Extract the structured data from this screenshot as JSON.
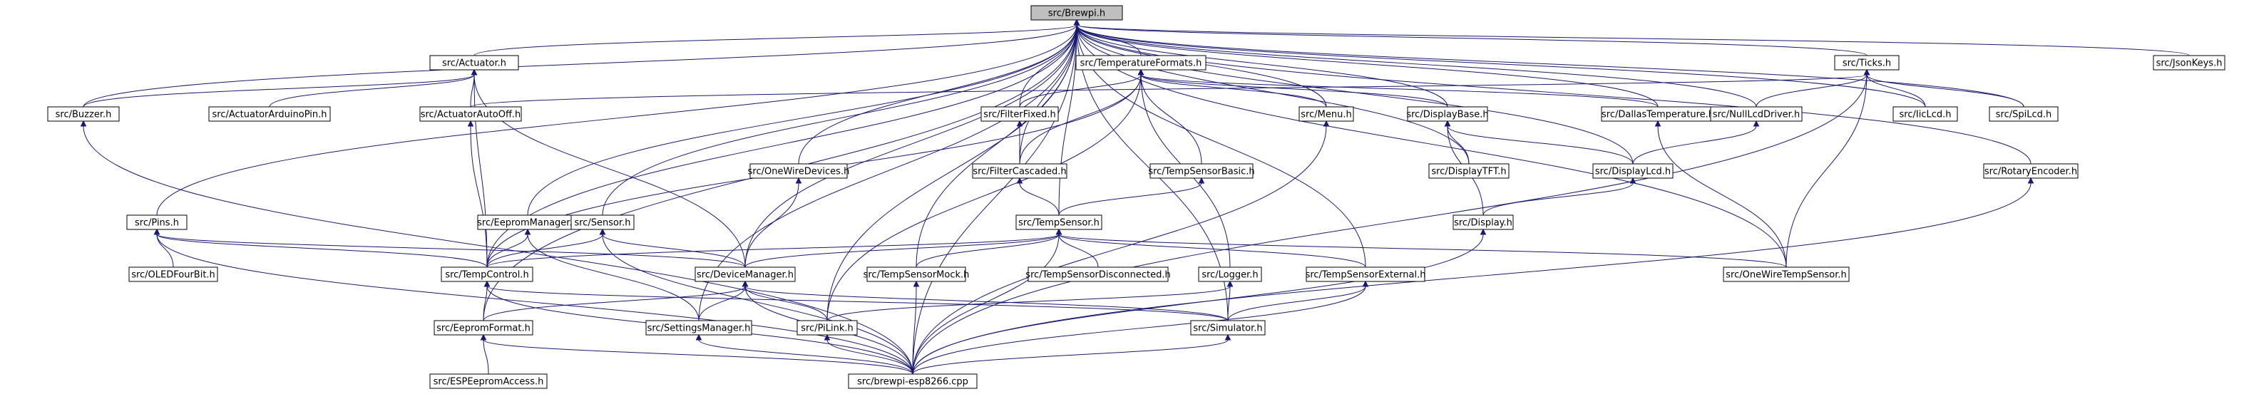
{
  "graph": {
    "nodes": [
      {
        "id": "brewpi_h",
        "label": "src/Brewpi.h",
        "root": true
      },
      {
        "id": "actuator_h",
        "label": "src/Actuator.h"
      },
      {
        "id": "tempformats_h",
        "label": "src/TemperatureFormats.h"
      },
      {
        "id": "ticks_h",
        "label": "src/Ticks.h"
      },
      {
        "id": "jsonkeys_h",
        "label": "src/JsonKeys.h"
      },
      {
        "id": "buzzer_h",
        "label": "src/Buzzer.h"
      },
      {
        "id": "actpin_h",
        "label": "src/ActuatorArduinoPin.h"
      },
      {
        "id": "actauto_h",
        "label": "src/ActuatorAutoOff.h"
      },
      {
        "id": "filterfixed_h",
        "label": "src/FilterFixed.h"
      },
      {
        "id": "menu_h",
        "label": "src/Menu.h"
      },
      {
        "id": "displaybase_h",
        "label": "src/DisplayBase.h"
      },
      {
        "id": "dallas_h",
        "label": "src/DallasTemperature.h"
      },
      {
        "id": "nulllcd_h",
        "label": "src/NullLcdDriver.h"
      },
      {
        "id": "iiclcd_h",
        "label": "src/IicLcd.h"
      },
      {
        "id": "spilcd_h",
        "label": "src/SpiLcd.h"
      },
      {
        "id": "onewiredev_h",
        "label": "src/OneWireDevices.h"
      },
      {
        "id": "filtercasc_h",
        "label": "src/FilterCascaded.h"
      },
      {
        "id": "tsbasic_h",
        "label": "src/TempSensorBasic.h"
      },
      {
        "id": "displaytft_h",
        "label": "src/DisplayTFT.h"
      },
      {
        "id": "displaylcd_h",
        "label": "src/DisplayLcd.h"
      },
      {
        "id": "rotary_h",
        "label": "src/RotaryEncoder.h"
      },
      {
        "id": "pins_h",
        "label": "src/Pins.h"
      },
      {
        "id": "eeprommgr_h",
        "label": "src/EepromManager.h"
      },
      {
        "id": "sensor_h",
        "label": "src/Sensor.h"
      },
      {
        "id": "tempsensor_h",
        "label": "src/TempSensor.h"
      },
      {
        "id": "display_h",
        "label": "src/Display.h"
      },
      {
        "id": "oled_h",
        "label": "src/OLEDFourBit.h"
      },
      {
        "id": "tempcontrol_h",
        "label": "src/TempControl.h"
      },
      {
        "id": "devmgr_h",
        "label": "src/DeviceManager.h"
      },
      {
        "id": "tsmock_h",
        "label": "src/TempSensorMock.h"
      },
      {
        "id": "tsdisc_h",
        "label": "src/TempSensorDisconnected.h"
      },
      {
        "id": "logger_h",
        "label": "src/Logger.h"
      },
      {
        "id": "tsext_h",
        "label": "src/TempSensorExternal.h"
      },
      {
        "id": "onewirets_h",
        "label": "src/OneWireTempSensor.h"
      },
      {
        "id": "eepromfmt_h",
        "label": "src/EepromFormat.h"
      },
      {
        "id": "settingsmgr_h",
        "label": "src/SettingsManager.h"
      },
      {
        "id": "pilink_h",
        "label": "src/PiLink.h"
      },
      {
        "id": "simulator_h",
        "label": "src/Simulator.h"
      },
      {
        "id": "espeeprom_h",
        "label": "src/ESPEepromAccess.h"
      },
      {
        "id": "brewpi_cpp",
        "label": "src/brewpi-esp8266.cpp"
      }
    ],
    "edges": [
      [
        "actuator_h",
        "brewpi_h"
      ],
      [
        "tempformats_h",
        "brewpi_h"
      ],
      [
        "ticks_h",
        "brewpi_h"
      ],
      [
        "jsonkeys_h",
        "brewpi_h"
      ],
      [
        "buzzer_h",
        "brewpi_h"
      ],
      [
        "buzzer_h",
        "actuator_h"
      ],
      [
        "actpin_h",
        "actuator_h"
      ],
      [
        "actauto_h",
        "actuator_h"
      ],
      [
        "actauto_h",
        "ticks_h"
      ],
      [
        "filterfixed_h",
        "brewpi_h"
      ],
      [
        "filterfixed_h",
        "tempformats_h"
      ],
      [
        "menu_h",
        "brewpi_h"
      ],
      [
        "menu_h",
        "tempformats_h"
      ],
      [
        "displaybase_h",
        "brewpi_h"
      ],
      [
        "displaybase_h",
        "tempformats_h"
      ],
      [
        "dallas_h",
        "brewpi_h"
      ],
      [
        "dallas_h",
        "tempformats_h"
      ],
      [
        "nulllcd_h",
        "brewpi_h"
      ],
      [
        "nulllcd_h",
        "ticks_h"
      ],
      [
        "iiclcd_h",
        "brewpi_h"
      ],
      [
        "iiclcd_h",
        "ticks_h"
      ],
      [
        "spilcd_h",
        "brewpi_h"
      ],
      [
        "spilcd_h",
        "ticks_h"
      ],
      [
        "onewiredev_h",
        "brewpi_h"
      ],
      [
        "filtercasc_h",
        "brewpi_h"
      ],
      [
        "filtercasc_h",
        "tempformats_h"
      ],
      [
        "filtercasc_h",
        "filterfixed_h"
      ],
      [
        "tsbasic_h",
        "tempformats_h"
      ],
      [
        "displaytft_h",
        "brewpi_h"
      ],
      [
        "displaytft_h",
        "displaybase_h"
      ],
      [
        "displaylcd_h",
        "brewpi_h"
      ],
      [
        "displaylcd_h",
        "displaybase_h"
      ],
      [
        "displaylcd_h",
        "nulllcd_h"
      ],
      [
        "rotary_h",
        "brewpi_h"
      ],
      [
        "pins_h",
        "brewpi_h"
      ],
      [
        "eeprommgr_h",
        "brewpi_h"
      ],
      [
        "sensor_h",
        "brewpi_h"
      ],
      [
        "tempsensor_h",
        "brewpi_h"
      ],
      [
        "tempsensor_h",
        "filtercasc_h"
      ],
      [
        "tempsensor_h",
        "tsbasic_h"
      ],
      [
        "display_h",
        "displaybase_h"
      ],
      [
        "display_h",
        "displaylcd_h"
      ],
      [
        "oled_h",
        "pins_h"
      ],
      [
        "tempcontrol_h",
        "brewpi_h"
      ],
      [
        "tempcontrol_h",
        "actuator_h"
      ],
      [
        "tempcontrol_h",
        "tempformats_h"
      ],
      [
        "tempcontrol_h",
        "actauto_h"
      ],
      [
        "tempcontrol_h",
        "pins_h"
      ],
      [
        "tempcontrol_h",
        "eeprommgr_h"
      ],
      [
        "tempcontrol_h",
        "sensor_h"
      ],
      [
        "tempcontrol_h",
        "tempsensor_h"
      ],
      [
        "devmgr_h",
        "brewpi_h"
      ],
      [
        "devmgr_h",
        "actuator_h"
      ],
      [
        "devmgr_h",
        "onewiredev_h"
      ],
      [
        "devmgr_h",
        "pins_h"
      ],
      [
        "devmgr_h",
        "sensor_h"
      ],
      [
        "devmgr_h",
        "tempsensor_h"
      ],
      [
        "tsmock_h",
        "brewpi_h"
      ],
      [
        "tsmock_h",
        "tempsensor_h"
      ],
      [
        "tsdisc_h",
        "tempsensor_h"
      ],
      [
        "logger_h",
        "tempformats_h"
      ],
      [
        "tsext_h",
        "brewpi_h"
      ],
      [
        "tsext_h",
        "tempsensor_h"
      ],
      [
        "onewirets_h",
        "brewpi_h"
      ],
      [
        "onewirets_h",
        "ticks_h"
      ],
      [
        "onewirets_h",
        "dallas_h"
      ],
      [
        "onewirets_h",
        "tempsensor_h"
      ],
      [
        "eepromfmt_h",
        "brewpi_h"
      ],
      [
        "eepromfmt_h",
        "tempcontrol_h"
      ],
      [
        "eepromfmt_h",
        "devmgr_h"
      ],
      [
        "settingsmgr_h",
        "brewpi_h"
      ],
      [
        "settingsmgr_h",
        "eeprommgr_h"
      ],
      [
        "settingsmgr_h",
        "devmgr_h"
      ],
      [
        "pilink_h",
        "brewpi_h"
      ],
      [
        "pilink_h",
        "tempformats_h"
      ],
      [
        "pilink_h",
        "devmgr_h"
      ],
      [
        "pilink_h",
        "logger_h"
      ],
      [
        "simulator_h",
        "brewpi_h"
      ],
      [
        "simulator_h",
        "tempcontrol_h"
      ],
      [
        "simulator_h",
        "devmgr_h"
      ],
      [
        "simulator_h",
        "logger_h"
      ],
      [
        "simulator_h",
        "tsext_h"
      ],
      [
        "espeeprom_h",
        "eepromfmt_h"
      ],
      [
        "brewpi_cpp",
        "brewpi_h"
      ],
      [
        "brewpi_cpp",
        "buzzer_h"
      ],
      [
        "brewpi_cpp",
        "menu_h"
      ],
      [
        "brewpi_cpp",
        "rotary_h"
      ],
      [
        "brewpi_cpp",
        "pins_h"
      ],
      [
        "brewpi_cpp",
        "sensor_h"
      ],
      [
        "brewpi_cpp",
        "tempsensor_h"
      ],
      [
        "brewpi_cpp",
        "display_h"
      ],
      [
        "brewpi_cpp",
        "tempcontrol_h"
      ],
      [
        "brewpi_cpp",
        "devmgr_h"
      ],
      [
        "brewpi_cpp",
        "tsmock_h"
      ],
      [
        "brewpi_cpp",
        "tsext_h"
      ],
      [
        "brewpi_cpp",
        "ticks_h"
      ],
      [
        "brewpi_cpp",
        "eepromfmt_h"
      ],
      [
        "brewpi_cpp",
        "settingsmgr_h"
      ],
      [
        "brewpi_cpp",
        "pilink_h"
      ],
      [
        "brewpi_cpp",
        "simulator_h"
      ]
    ]
  }
}
